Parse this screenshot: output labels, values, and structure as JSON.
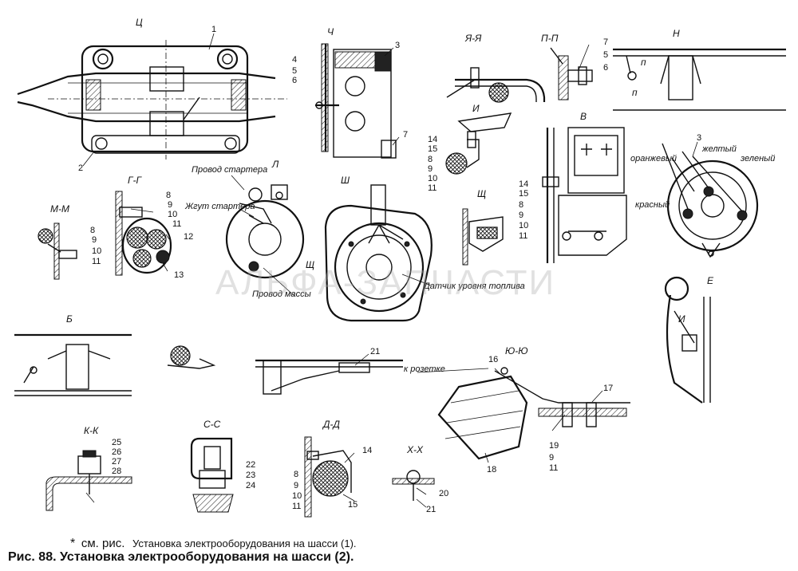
{
  "watermark": "АЛЬФА-ЗАПЧАСТИ",
  "footnote": {
    "marker": "*",
    "see": "см. рис.",
    "ref_title": "Установка электрооборудования на шасси (1)."
  },
  "caption": "Рис. 88. Установка электрооборудования на шасси (2).",
  "views": {
    "c": "Ц",
    "ch": "Ч",
    "ya": "Я-Я",
    "p": "П-П",
    "n": "Н",
    "i": "И",
    "v": "В",
    "g": "Г-Г",
    "mm": "М-М",
    "l": "Л",
    "sh": "Ш",
    "shch": "Щ",
    "e": "Е",
    "b": "Б",
    "yu": "Ю-Ю",
    "kk": "К-К",
    "ss": "С-С",
    "dd": "Д-Д",
    "xx": "Х-Х",
    "shch_mark": "Щ",
    "i_mark": "И",
    "p_mark": "п"
  },
  "labels": {
    "provod_startera": "Провод стартера",
    "zhgut_startera": "Жгут стартера",
    "provod_massy": "Провод массы",
    "datchik": "Датчик уровня топлива",
    "k_rozetke": "к розетке",
    "zheltyi": "желтый",
    "oranzhevyi": "оранжевый",
    "zelenyi": "зеленый",
    "krasnyi": "красный"
  },
  "numbers": {
    "n1": "1",
    "n2": "2",
    "n3": "3",
    "n4": "4",
    "n5": "5",
    "n6": "6",
    "n7": "7",
    "n8": "8",
    "n9": "9",
    "n10": "10",
    "n11": "11",
    "n12": "12",
    "n13": "13",
    "n14": "14",
    "n15": "15",
    "n16": "16",
    "n17": "17",
    "n18": "18",
    "n19": "19",
    "n20": "20",
    "n21": "21",
    "n22": "22",
    "n23": "23",
    "n24": "24",
    "n25": "25",
    "n26": "26",
    "n27": "27",
    "n28": "28"
  }
}
